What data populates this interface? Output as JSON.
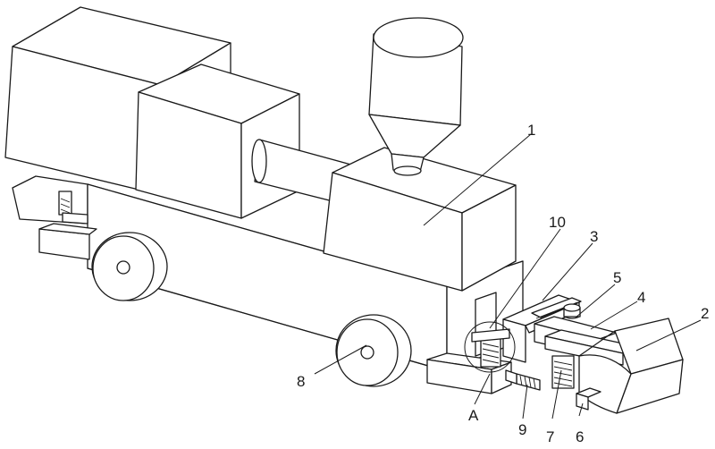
{
  "labels": {
    "l1": "1",
    "l2": "2",
    "l3": "3",
    "l4": "4",
    "l5": "5",
    "l6": "6",
    "l7": "7",
    "l8": "8",
    "l9": "9",
    "l10": "10",
    "lA": "A"
  },
  "colors": {
    "line": "#1a1a1a",
    "paper": "#ffffff"
  }
}
